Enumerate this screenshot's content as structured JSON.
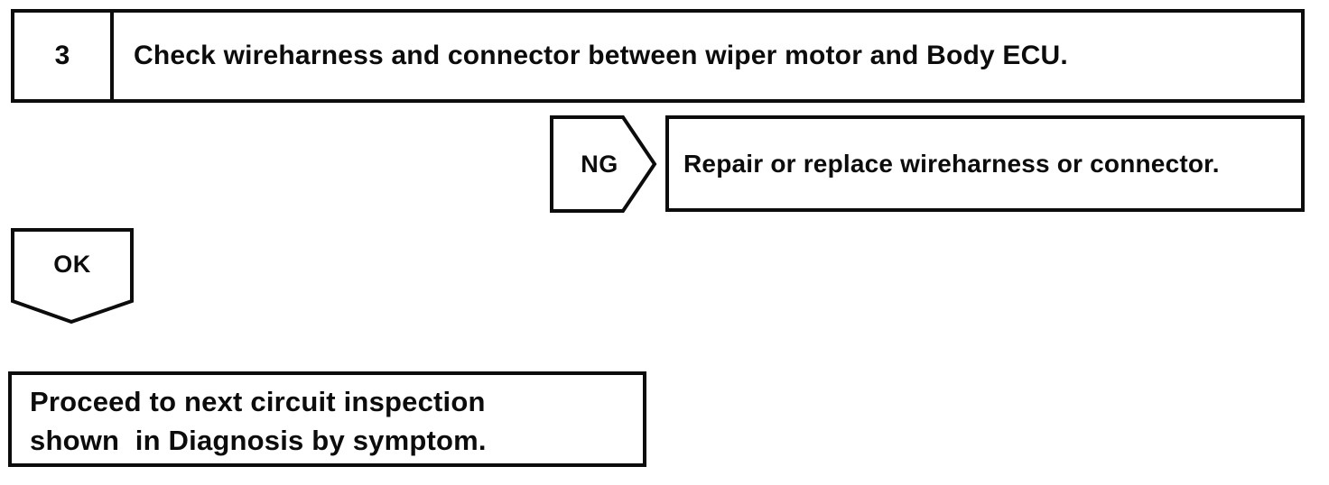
{
  "step_box": {
    "number": "3",
    "title": "Check wireharness and connector between wiper motor and Body ECU."
  },
  "ng_branch": {
    "label": "NG",
    "result": "Repair or replace wireharness or connector."
  },
  "ok_branch": {
    "label": "OK"
  },
  "proceed_box": {
    "lines": [
      "Proceed to next circuit inspection",
      "shown  in Diagnosis by symptom."
    ]
  },
  "colors": {
    "ink": "#0c0c0c",
    "background": "#ffffff"
  }
}
